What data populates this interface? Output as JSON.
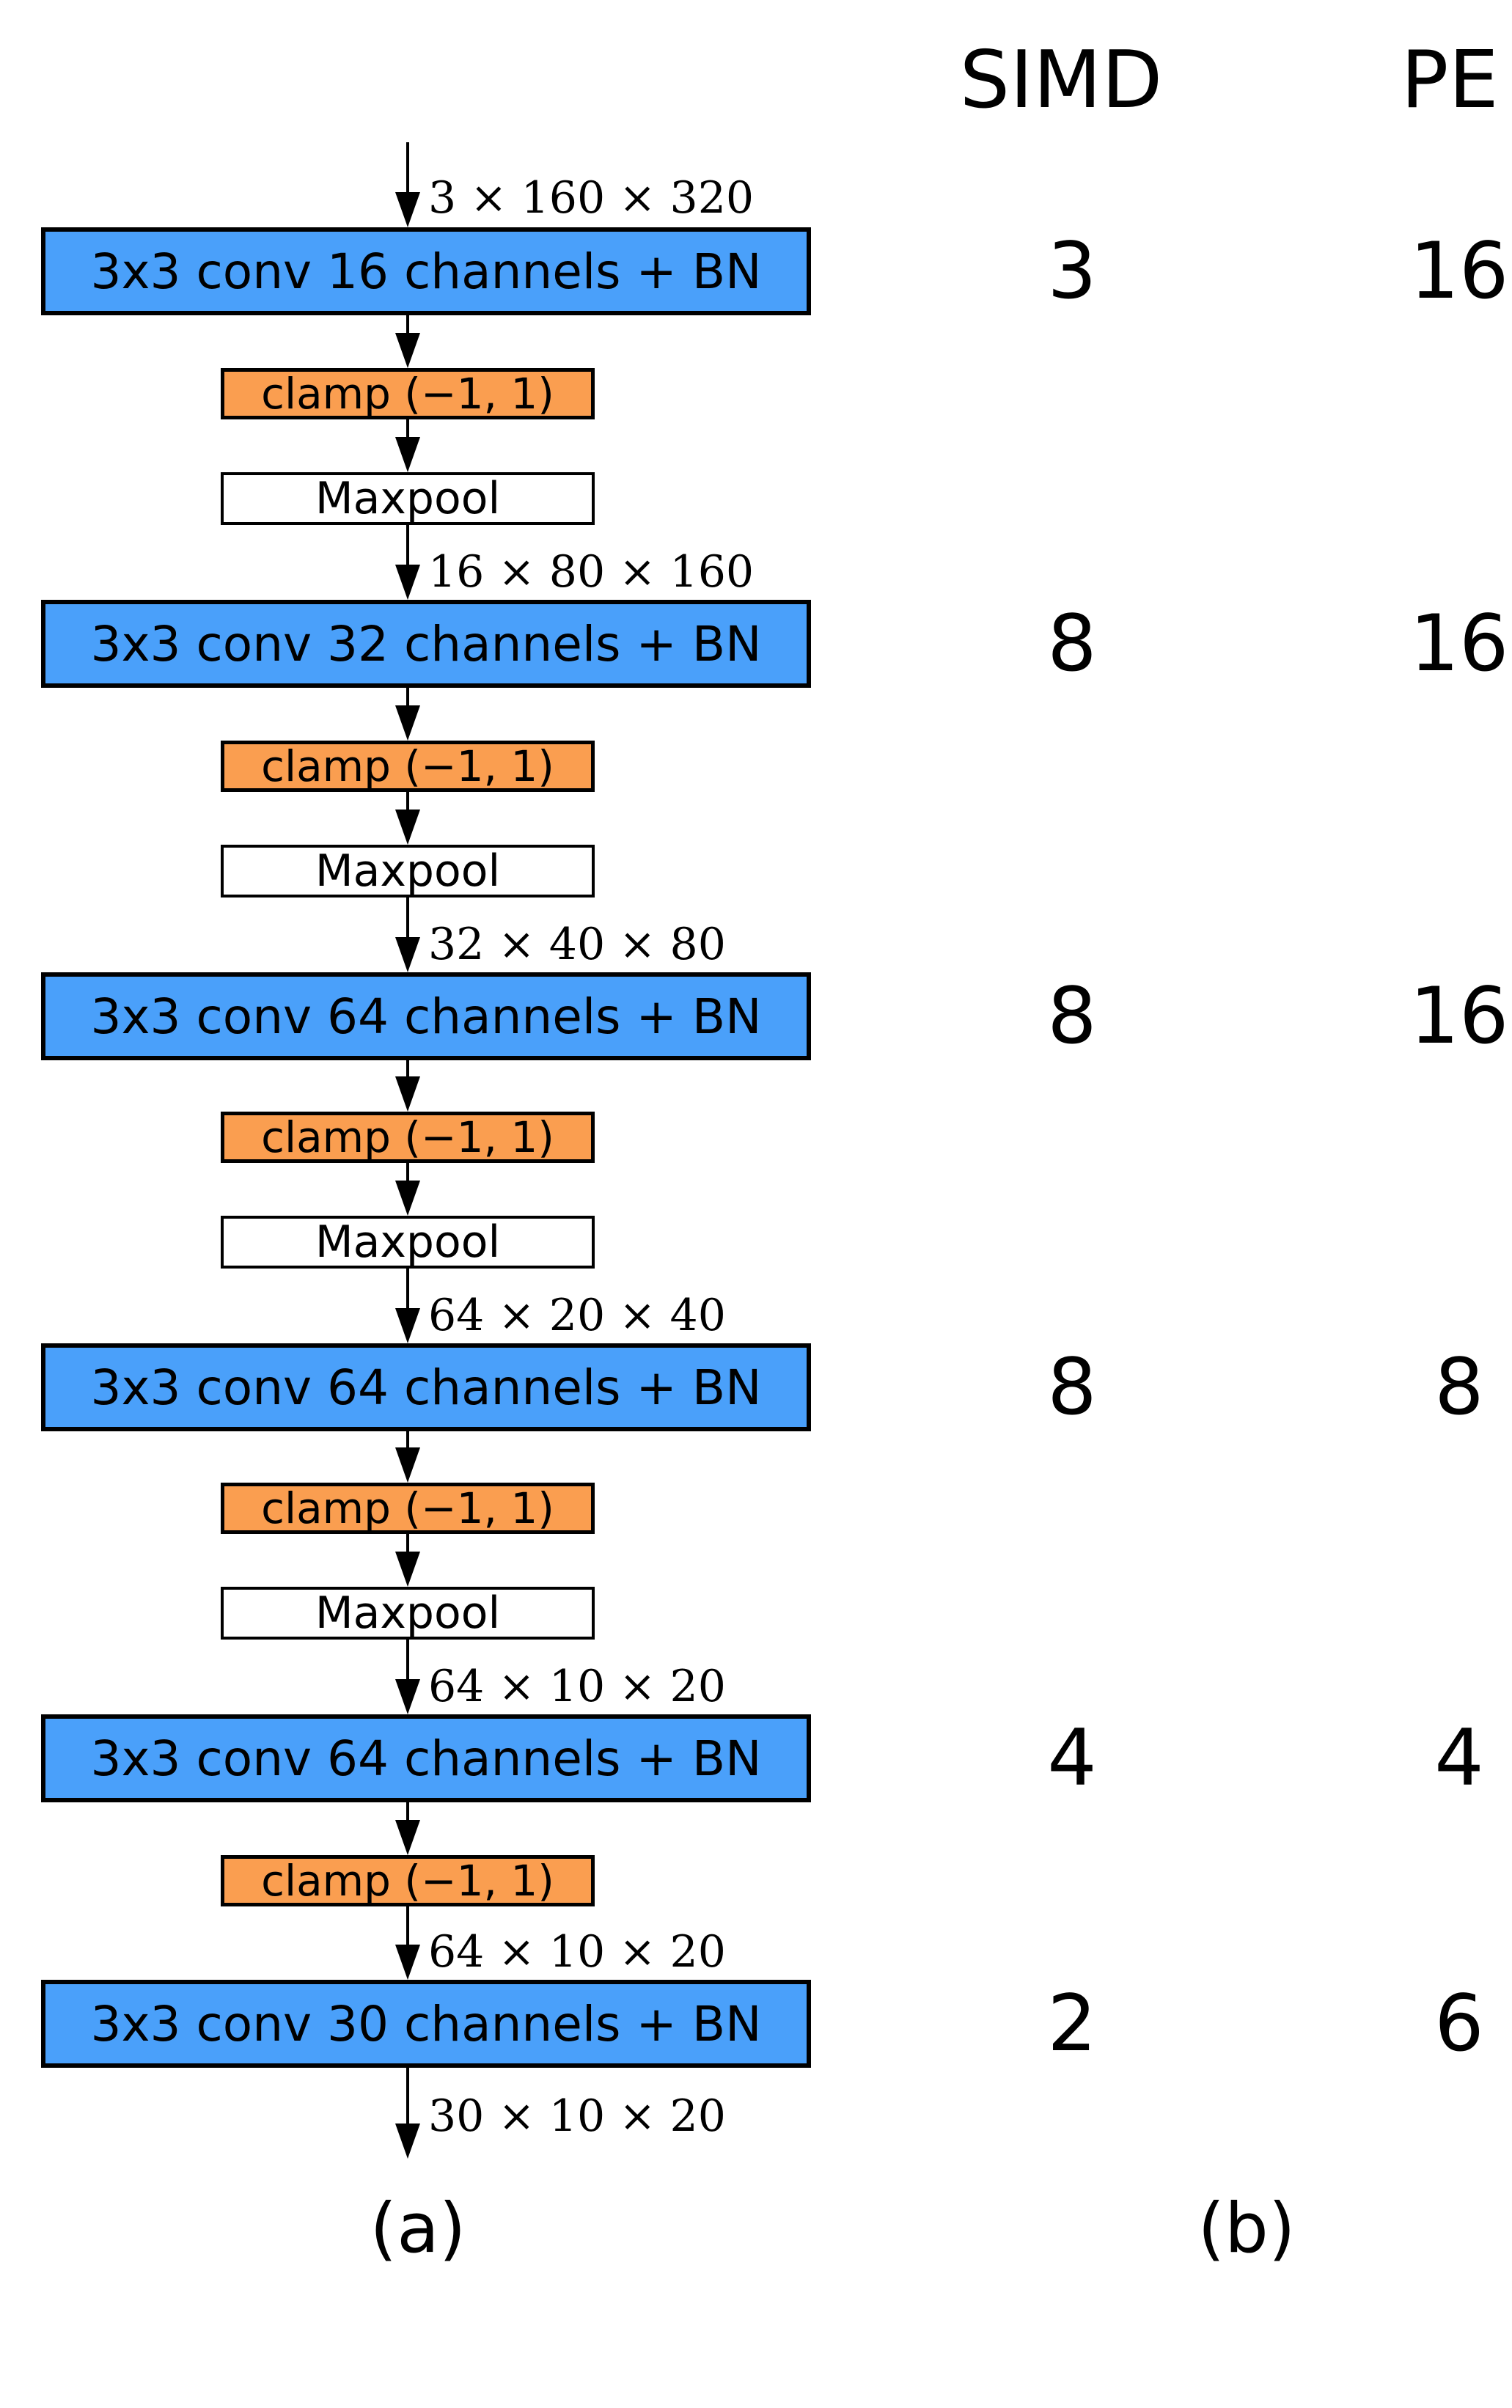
{
  "title": "Quantized CNN accelerator layer diagram with per-layer SIMD and PE folding factors",
  "colors": {
    "conv-fill": "#4aa0fa",
    "clamp-fill": "#fa9e50",
    "pool-fill": "#ffffff",
    "ink": "#000000",
    "paper": "#ffffff"
  },
  "header": {
    "simd": "SIMD",
    "pe": "PE"
  },
  "diagram": {
    "input_dim": "3 × 160 × 320",
    "blocks": [
      {
        "conv": "3x3 conv 16 channels + BN",
        "simd": "3",
        "pe": "16",
        "clamp": "clamp (−1, 1)",
        "pool": "Maxpool",
        "out_dim": "16 × 80 × 160"
      },
      {
        "conv": "3x3 conv 32 channels + BN",
        "simd": "8",
        "pe": "16",
        "clamp": "clamp (−1, 1)",
        "pool": "Maxpool",
        "out_dim": "32 × 40 × 80"
      },
      {
        "conv": "3x3 conv 64 channels + BN",
        "simd": "8",
        "pe": "16",
        "clamp": "clamp (−1, 1)",
        "pool": "Maxpool",
        "out_dim": "64 × 20 × 40"
      },
      {
        "conv": "3x3 conv 64 channels + BN",
        "simd": "8",
        "pe": "8",
        "clamp": "clamp (−1, 1)",
        "pool": "Maxpool",
        "out_dim": "64 × 10 × 20"
      },
      {
        "conv": "3x3 conv 64 channels + BN",
        "simd": "4",
        "pe": "4",
        "clamp": "clamp (−1, 1)",
        "out_dim": "64 × 10 × 20"
      },
      {
        "conv": "3x3 conv 30 channels + BN",
        "simd": "2",
        "pe": "6",
        "out_dim": "30 × 10 × 20"
      }
    ]
  },
  "footer": {
    "a": "(a)",
    "b": "(b)"
  }
}
